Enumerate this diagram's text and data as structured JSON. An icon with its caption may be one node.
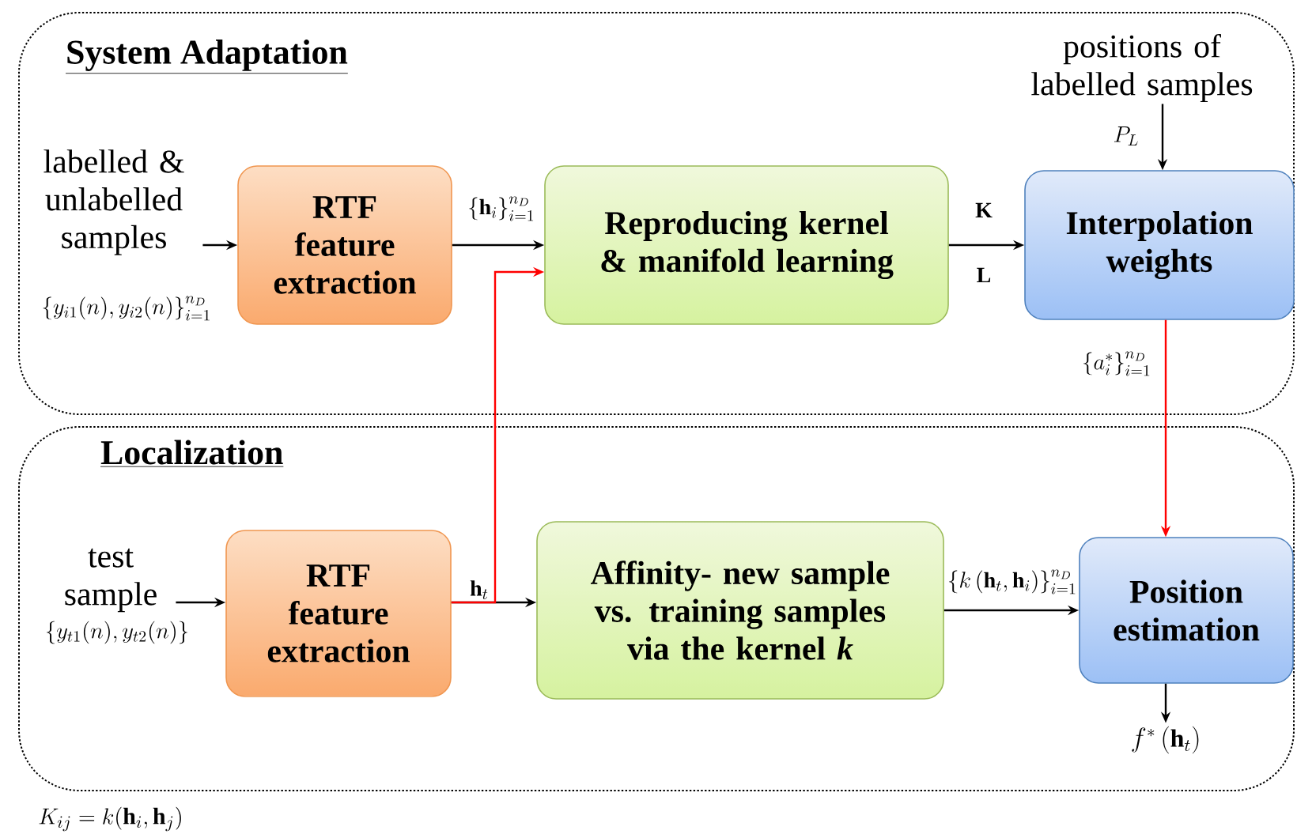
{
  "diagram": {
    "nodes": [
      {
        "text": [
          "System Adaptation"
        ]
      },
      {
        "text": [
          "labelled & unlabelled samples"
        ],
        "in": 0,
        "beside": [
          "\\left\\{y_{i1}(n),y_{i2}(n)\\right\\}_{i=1}^{n_D}"
        ]
      },
      {
        "text": [
          "RTF feature extraction"
        ],
        "in": 0
      },
      {
        "text": [
          "Reproducing kernel & manifold learning"
        ],
        "in": 0
      },
      {
        "text": [
          "Interpolation weights"
        ],
        "in": 0
      },
      {
        "text": [
          "positions of labelled samples"
        ],
        "in": 0
      },
      {
        "text": [
          "Localization"
        ]
      },
      {
        "text": [
          "test sample"
        ],
        "in": 6,
        "beside": [
          "\\left\\{y_{t1}(n),y_{t2}(n)\\right\\}"
        ]
      },
      {
        "text": [
          "RTF feature extraction"
        ],
        "in": 6
      },
      {
        "text": [
          "Affinity- new sample vs. training samples via the kernel *k*"
        ],
        "in": 6
      },
      {
        "text": [
          "Position estimation"
        ],
        "in": 6
      },
      {
        "text": [
          "f^{*}\\left(\\mathbf{h}_t\\right)"
        ],
        "in": 6
      }
    ],
    "edges": [
      {
        "from": 1,
        "to": 2,
        "arrow": "to"
      },
      {
        "from": 2,
        "to": 3,
        "arrow": "to",
        "label": "\\left\\{\\mathbf{h}_i\\right\\}_{i=1}^{n_D}"
      },
      {
        "from": 3,
        "to": 4,
        "arrow": "to",
        "label": "\\mathbf{K}"
      },
      {
        "from": 5,
        "to": 4,
        "arrow": "to",
        "label": "P_L"
      },
      {
        "from": 7,
        "to": 8,
        "arrow": "to"
      },
      {
        "from": 8,
        "to": 9,
        "arrow": "to",
        "label": "\\mathbf{h}_t"
      },
      {
        "from": 8,
        "to": 3,
        "arrow": "to",
        "color": "#ff0000"
      },
      {
        "from": 4,
        "to": 10,
        "arrow": "to",
        "color": "#ff0000",
        "label": "\\left\\{a_i^{*}\\right\\}_{i=1}^{n_D}"
      },
      {
        "from": 9,
        "to": 10,
        "arrow": "to",
        "label": "\\left\\{k\\left(\\mathbf{h}_t,\\mathbf{h}_i\\right)\\right\\}_{i=1}^{n_D}"
      },
      {
        "from": 10,
        "to": 11,
        "arrow": "to"
      }
    ],
    "labels": [
      "\\mathbf{L}",
      "K_{ij}=k(\\mathbf{h}_i,\\mathbf{h}_j)"
    ]
  }
}
